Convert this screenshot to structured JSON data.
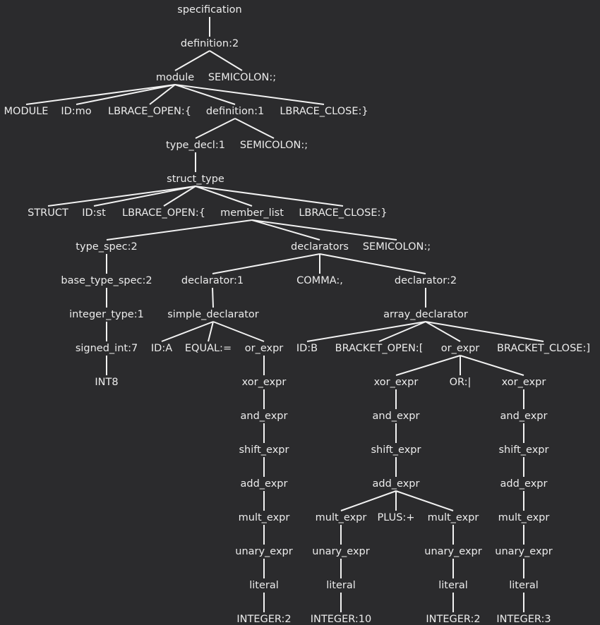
{
  "colors": {
    "background": "#2b2b2d",
    "foreground": "#ececec"
  },
  "tree": {
    "nodes": [
      {
        "id": "n0",
        "label": "specification"
      },
      {
        "id": "n1",
        "label": "definition:2"
      },
      {
        "id": "n2",
        "label": "module"
      },
      {
        "id": "n3",
        "label": "SEMICOLON:;"
      },
      {
        "id": "n4",
        "label": "MODULE"
      },
      {
        "id": "n5",
        "label": "ID:mo"
      },
      {
        "id": "n6",
        "label": "LBRACE_OPEN:{"
      },
      {
        "id": "n7",
        "label": "definition:1"
      },
      {
        "id": "n8",
        "label": "LBRACE_CLOSE:}"
      },
      {
        "id": "n9",
        "label": "type_decl:1"
      },
      {
        "id": "n10",
        "label": "SEMICOLON:;"
      },
      {
        "id": "n11",
        "label": "struct_type"
      },
      {
        "id": "n12",
        "label": "STRUCT"
      },
      {
        "id": "n13",
        "label": "ID:st"
      },
      {
        "id": "n14",
        "label": "LBRACE_OPEN:{"
      },
      {
        "id": "n15",
        "label": "member_list"
      },
      {
        "id": "n16",
        "label": "LBRACE_CLOSE:}"
      },
      {
        "id": "n17",
        "label": "type_spec:2"
      },
      {
        "id": "n18",
        "label": "declarators"
      },
      {
        "id": "n19",
        "label": "SEMICOLON:;"
      },
      {
        "id": "n20",
        "label": "base_type_spec:2"
      },
      {
        "id": "n21",
        "label": "declarator:1"
      },
      {
        "id": "n22",
        "label": "COMMA:,"
      },
      {
        "id": "n23",
        "label": "declarator:2"
      },
      {
        "id": "n24",
        "label": "integer_type:1"
      },
      {
        "id": "n25",
        "label": "simple_declarator"
      },
      {
        "id": "n26",
        "label": "array_declarator"
      },
      {
        "id": "n27",
        "label": "signed_int:7"
      },
      {
        "id": "n28",
        "label": "ID:A"
      },
      {
        "id": "n29",
        "label": "EQUAL:="
      },
      {
        "id": "n30",
        "label": "or_expr"
      },
      {
        "id": "n31",
        "label": "ID:B"
      },
      {
        "id": "n32",
        "label": "BRACKET_OPEN:["
      },
      {
        "id": "n33",
        "label": "or_expr"
      },
      {
        "id": "n34",
        "label": "BRACKET_CLOSE:]"
      },
      {
        "id": "n35",
        "label": "INT8"
      },
      {
        "id": "n36",
        "label": "xor_expr"
      },
      {
        "id": "n37",
        "label": "xor_expr"
      },
      {
        "id": "n38",
        "label": "OR:|"
      },
      {
        "id": "n39",
        "label": "xor_expr"
      },
      {
        "id": "n40",
        "label": "and_expr"
      },
      {
        "id": "n41",
        "label": "and_expr"
      },
      {
        "id": "n42",
        "label": "and_expr"
      },
      {
        "id": "n43",
        "label": "shift_expr"
      },
      {
        "id": "n44",
        "label": "shift_expr"
      },
      {
        "id": "n45",
        "label": "shift_expr"
      },
      {
        "id": "n46",
        "label": "add_expr"
      },
      {
        "id": "n47",
        "label": "add_expr"
      },
      {
        "id": "n48",
        "label": "add_expr"
      },
      {
        "id": "n49",
        "label": "mult_expr"
      },
      {
        "id": "n50",
        "label": "mult_expr"
      },
      {
        "id": "n51",
        "label": "PLUS:+"
      },
      {
        "id": "n52",
        "label": "mult_expr"
      },
      {
        "id": "n53",
        "label": "mult_expr"
      },
      {
        "id": "n54",
        "label": "unary_expr"
      },
      {
        "id": "n55",
        "label": "unary_expr"
      },
      {
        "id": "n56",
        "label": "unary_expr"
      },
      {
        "id": "n57",
        "label": "unary_expr"
      },
      {
        "id": "n58",
        "label": "literal"
      },
      {
        "id": "n59",
        "label": "literal"
      },
      {
        "id": "n60",
        "label": "literal"
      },
      {
        "id": "n61",
        "label": "literal"
      },
      {
        "id": "n62",
        "label": "INTEGER:2"
      },
      {
        "id": "n63",
        "label": "INTEGER:10"
      },
      {
        "id": "n64",
        "label": "INTEGER:2"
      },
      {
        "id": "n65",
        "label": "INTEGER:3"
      }
    ],
    "edges": [
      [
        "n0",
        "n1"
      ],
      [
        "n1",
        "n2"
      ],
      [
        "n1",
        "n3"
      ],
      [
        "n2",
        "n4"
      ],
      [
        "n2",
        "n5"
      ],
      [
        "n2",
        "n6"
      ],
      [
        "n2",
        "n7"
      ],
      [
        "n2",
        "n8"
      ],
      [
        "n7",
        "n9"
      ],
      [
        "n7",
        "n10"
      ],
      [
        "n9",
        "n11"
      ],
      [
        "n11",
        "n12"
      ],
      [
        "n11",
        "n13"
      ],
      [
        "n11",
        "n14"
      ],
      [
        "n11",
        "n15"
      ],
      [
        "n11",
        "n16"
      ],
      [
        "n15",
        "n17"
      ],
      [
        "n15",
        "n18"
      ],
      [
        "n15",
        "n19"
      ],
      [
        "n17",
        "n20"
      ],
      [
        "n20",
        "n24"
      ],
      [
        "n24",
        "n27"
      ],
      [
        "n27",
        "n35"
      ],
      [
        "n18",
        "n21"
      ],
      [
        "n18",
        "n22"
      ],
      [
        "n18",
        "n23"
      ],
      [
        "n21",
        "n25"
      ],
      [
        "n25",
        "n28"
      ],
      [
        "n25",
        "n29"
      ],
      [
        "n25",
        "n30"
      ],
      [
        "n30",
        "n36"
      ],
      [
        "n36",
        "n40"
      ],
      [
        "n40",
        "n43"
      ],
      [
        "n43",
        "n46"
      ],
      [
        "n46",
        "n49"
      ],
      [
        "n49",
        "n54"
      ],
      [
        "n54",
        "n58"
      ],
      [
        "n58",
        "n62"
      ],
      [
        "n23",
        "n26"
      ],
      [
        "n26",
        "n31"
      ],
      [
        "n26",
        "n32"
      ],
      [
        "n26",
        "n33"
      ],
      [
        "n26",
        "n34"
      ],
      [
        "n33",
        "n37"
      ],
      [
        "n33",
        "n38"
      ],
      [
        "n33",
        "n39"
      ],
      [
        "n37",
        "n41"
      ],
      [
        "n41",
        "n44"
      ],
      [
        "n44",
        "n47"
      ],
      [
        "n47",
        "n50"
      ],
      [
        "n47",
        "n51"
      ],
      [
        "n47",
        "n52"
      ],
      [
        "n50",
        "n55"
      ],
      [
        "n55",
        "n59"
      ],
      [
        "n59",
        "n63"
      ],
      [
        "n52",
        "n56"
      ],
      [
        "n56",
        "n60"
      ],
      [
        "n60",
        "n64"
      ],
      [
        "n39",
        "n42"
      ],
      [
        "n42",
        "n45"
      ],
      [
        "n45",
        "n48"
      ],
      [
        "n48",
        "n53"
      ],
      [
        "n53",
        "n57"
      ],
      [
        "n57",
        "n61"
      ],
      [
        "n61",
        "n65"
      ]
    ]
  }
}
